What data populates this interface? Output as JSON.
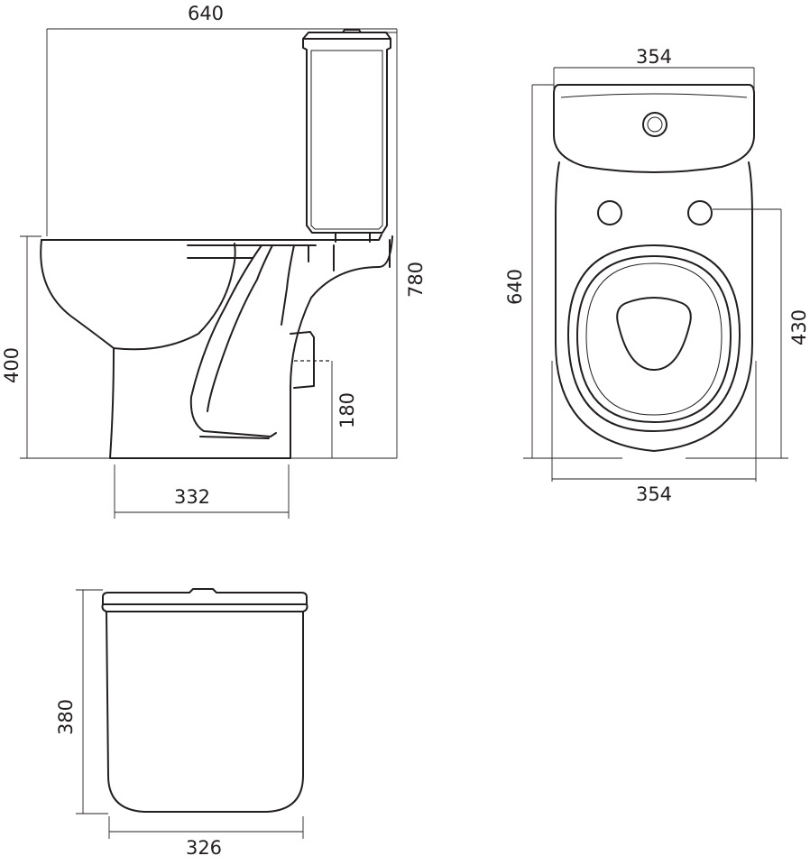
{
  "dimensions": {
    "side_total_length": "640",
    "side_total_height": "780",
    "side_bowl_height": "400",
    "side_outlet_height": "180",
    "side_foot_length": "332",
    "top_tank_width": "354",
    "top_total_length": "640",
    "top_hole_distance": "430",
    "top_bowl_width": "354",
    "tank_height": "380",
    "tank_width": "326"
  },
  "colors": {
    "line": "#231f20",
    "background": "#ffffff"
  }
}
